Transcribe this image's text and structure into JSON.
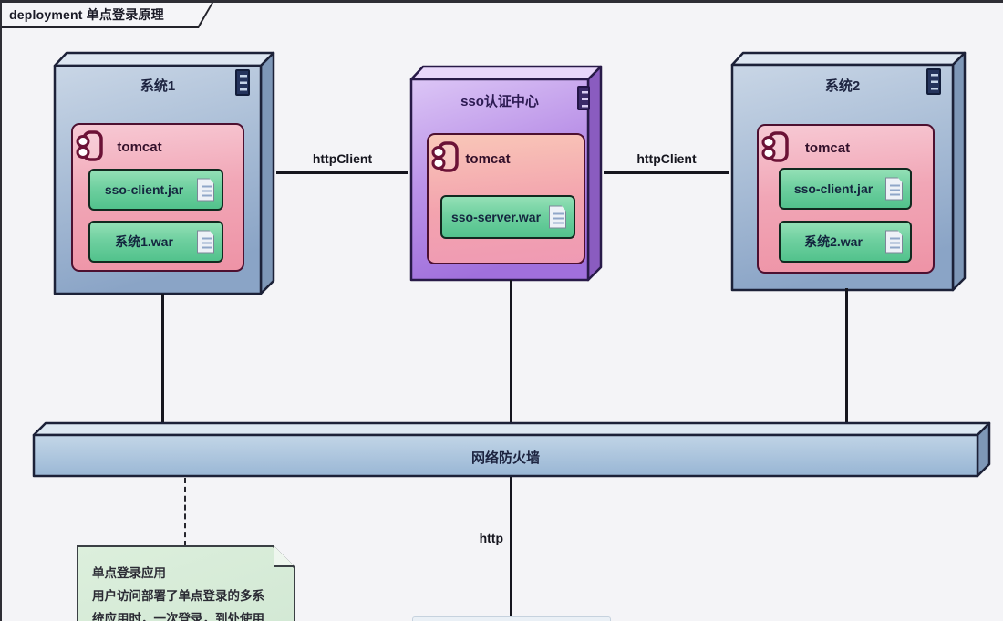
{
  "frame": {
    "title": "deployment 单点登录原理"
  },
  "nodes": [
    {
      "id": "system1",
      "label": "系统1",
      "component": {
        "label": "tomcat",
        "artifacts": [
          {
            "label": "sso-client.jar"
          },
          {
            "label": "系统1.war"
          }
        ]
      }
    },
    {
      "id": "sso-auth-center",
      "label": "sso认证中心",
      "component": {
        "label": "tomcat",
        "artifacts": [
          {
            "label": "sso-server.war"
          }
        ]
      }
    },
    {
      "id": "system2",
      "label": "系统2",
      "component": {
        "label": "tomcat",
        "artifacts": [
          {
            "label": "sso-client.jar"
          },
          {
            "label": "系统2.war"
          }
        ]
      }
    }
  ],
  "connections": {
    "left_label": "httpClient",
    "right_label": "httpClient",
    "bottom_label": "http"
  },
  "firewall": {
    "label": "网络防火墙"
  },
  "note": {
    "lines": [
      "单点登录应用",
      "用户访问部署了单点登录的多系",
      "统应用时，一次登录，到处使用"
    ]
  },
  "colors": {
    "node_blue": "#8fa8c8",
    "node_purple": "#a274de",
    "component_pink": "#ee93a6",
    "artifact_green": "#52c28c",
    "firewall_blue": "#9ab7d5",
    "note_green": "#d7ecd8",
    "line": "#15151e"
  }
}
